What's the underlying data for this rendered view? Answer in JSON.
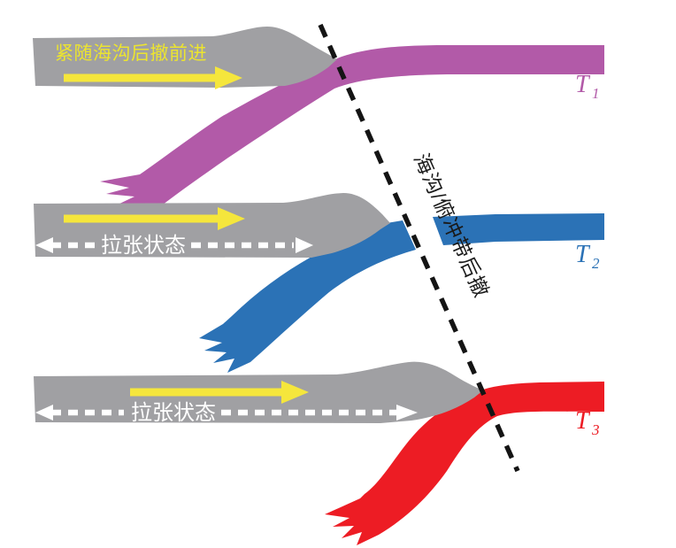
{
  "diagram": {
    "title_none": "",
    "annotations": {
      "advance_label": "紧随海沟后撤前进",
      "trench_retreat_label": "海沟/俯冲带后撤"
    },
    "stages": [
      {
        "id": "t1",
        "time_label": "T",
        "time_sub": "1"
      },
      {
        "id": "t2",
        "time_label": "T",
        "time_sub": "2",
        "extension_label": "拉张状态"
      },
      {
        "id": "t3",
        "time_label": "T",
        "time_sub": "3",
        "extension_label": "拉张状态"
      }
    ],
    "colors": {
      "plate_gray": "#a0a0a3",
      "slab_t1": "#b25aa8",
      "slab_t2": "#2b72b6",
      "slab_t3": "#ed1c24",
      "arrow_yellow": "#f5e63c",
      "advance_text_yellow": "#ece42f",
      "extension_white": "#ffffff",
      "trench_line_black": "#141414",
      "retreat_text_black": "#1a1a1a"
    }
  }
}
